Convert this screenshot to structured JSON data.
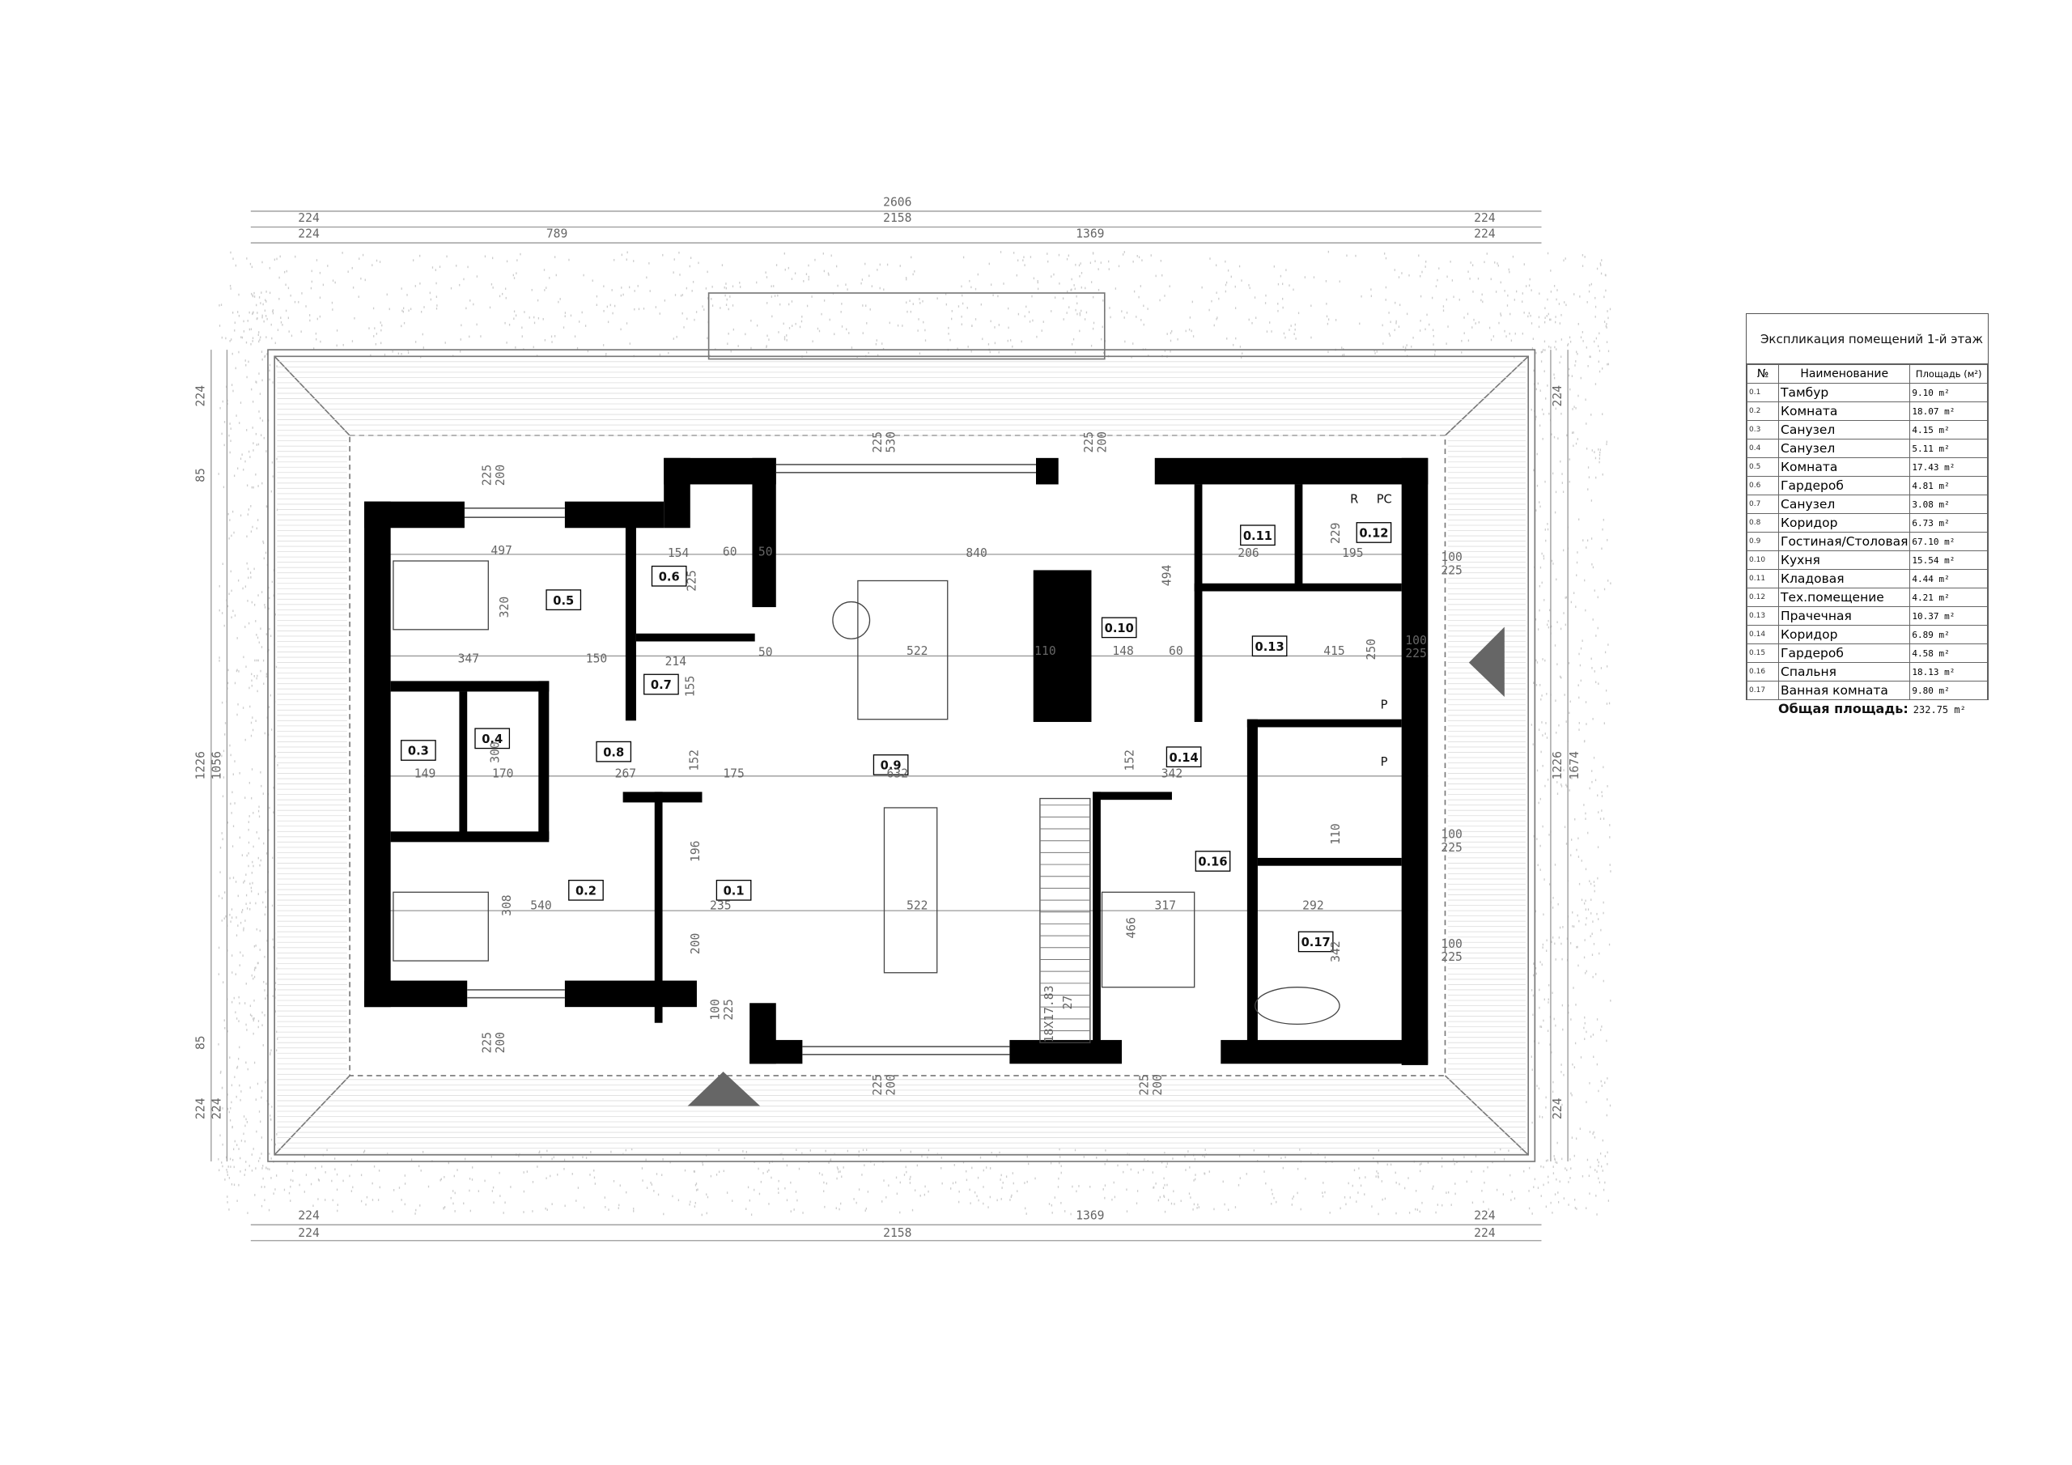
{
  "legend": {
    "title": "Экспликация помещений 1-й этаж",
    "headers": {
      "no": "№",
      "name": "Наименование",
      "area": "Площадь (м²)"
    },
    "rows": [
      {
        "no": "0.1",
        "name": "Тамбур",
        "area": "9.10 m²"
      },
      {
        "no": "0.2",
        "name": "Комната",
        "area": "18.07 m²"
      },
      {
        "no": "0.3",
        "name": "Санузел",
        "area": "4.15 m²"
      },
      {
        "no": "0.4",
        "name": "Санузел",
        "area": "5.11 m²"
      },
      {
        "no": "0.5",
        "name": "Комната",
        "area": "17.43 m²"
      },
      {
        "no": "0.6",
        "name": "Гардероб",
        "area": "4.81 m²"
      },
      {
        "no": "0.7",
        "name": "Санузел",
        "area": "3.08 m²"
      },
      {
        "no": "0.8",
        "name": "Коридор",
        "area": "6.73 m²"
      },
      {
        "no": "0.9",
        "name": "Гостиная/Столовая",
        "area": "67.10 m²"
      },
      {
        "no": "0.10",
        "name": "Кухня",
        "area": "15.54 m²"
      },
      {
        "no": "0.11",
        "name": "Кладовая",
        "area": "4.44 m²"
      },
      {
        "no": "0.12",
        "name": "Тех.помещение",
        "area": "4.21 m²"
      },
      {
        "no": "0.13",
        "name": "Прачечная",
        "area": "10.37 m²"
      },
      {
        "no": "0.14",
        "name": "Коридор",
        "area": "6.89 m²"
      },
      {
        "no": "0.15",
        "name": "Гардероб",
        "area": "4.58 m²"
      },
      {
        "no": "0.16",
        "name": "Спальня",
        "area": "18.13 m²"
      },
      {
        "no": "0.17",
        "name": "Ванная комната",
        "area": "9.80 m²"
      }
    ],
    "total_label": "Общая площадь:",
    "total_value": "232.75 m²"
  },
  "plan": {
    "rooms": [
      "0.1",
      "0.2",
      "0.3",
      "0.4",
      "0.5",
      "0.6",
      "0.7",
      "0.8",
      "0.9",
      "0.10",
      "0.11",
      "0.12",
      "0.13",
      "0.14",
      "0.16",
      "0.17"
    ],
    "dims_top": [
      "2606",
      "224",
      "2158",
      "224",
      "224",
      "789",
      "1369",
      "224"
    ],
    "dims_bottom": [
      "224",
      "1369",
      "224",
      "224",
      "2158",
      "224"
    ],
    "dims_left": [
      "224",
      "85",
      "1226",
      "1056",
      "85",
      "224",
      "224"
    ],
    "dims_right": [
      "224",
      "1226",
      "1674",
      "224"
    ],
    "dims_interior": [
      "497",
      "320",
      "347",
      "150",
      "154",
      "225",
      "60",
      "50",
      "50",
      "214",
      "155",
      "300",
      "149",
      "170",
      "267",
      "152",
      "175",
      "632",
      "522",
      "840",
      "110",
      "148",
      "60",
      "494",
      "206",
      "229",
      "195",
      "415",
      "250",
      "152",
      "342",
      "196",
      "540",
      "308",
      "235",
      "200",
      "522",
      "317",
      "466",
      "110",
      "292",
      "342"
    ],
    "dims_pairs": [
      [
        "225",
        "200"
      ],
      [
        "225",
        "530"
      ],
      [
        "225",
        "200"
      ],
      [
        "100",
        "225"
      ],
      [
        "100",
        "225"
      ],
      [
        "100",
        "225"
      ],
      [
        "100",
        "225"
      ],
      [
        "100",
        "225"
      ],
      [
        "225",
        "200"
      ],
      [
        "225",
        "200"
      ],
      [
        "225",
        "200"
      ]
    ],
    "stair_label": "18X17.83",
    "stair_sub": "27",
    "equipment": [
      "R",
      "PC",
      "P",
      "P"
    ]
  }
}
